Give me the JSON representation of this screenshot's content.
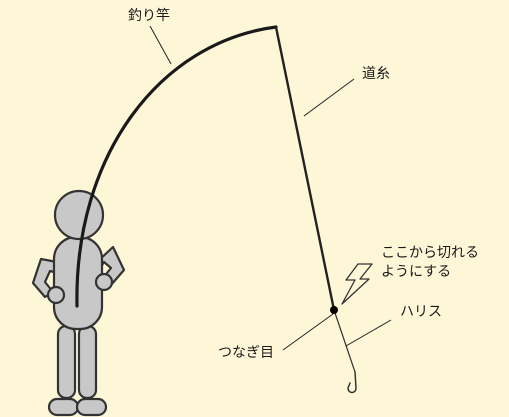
{
  "labels": {
    "rod": "釣り竿",
    "main_line": "道糸",
    "cut_here_line1": "ここから切れる",
    "cut_here_line2": "ようにする",
    "leader": "ハリス",
    "knot": "つなぎ目"
  },
  "colors": {
    "background": "#fdf7d8",
    "person_fill": "#c8c8c8",
    "outline": "#333333",
    "rod": "#1a1a1a",
    "line": "#222222"
  },
  "icons": {
    "lightning": "lightning-bolt-icon",
    "hook": "fish-hook-icon",
    "person": "person-figure"
  }
}
